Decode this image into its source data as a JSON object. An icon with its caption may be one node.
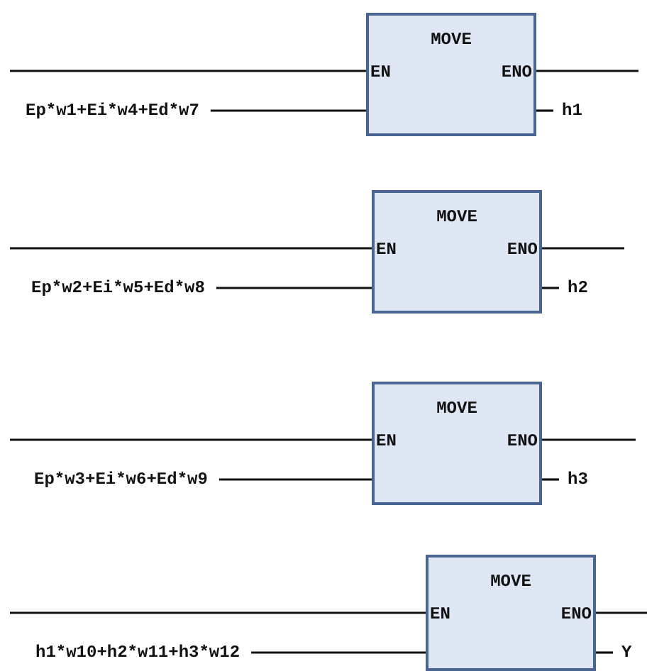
{
  "diagram": {
    "nodes": [
      {
        "text": [
          "MOVE",
          "EN",
          "ENO"
        ]
      },
      {
        "text": [
          "Ep*w1+Ei*w4+Ed*w7"
        ]
      },
      {
        "text": [
          "h1"
        ]
      },
      {
        "text": [
          "MOVE",
          "EN",
          "ENO"
        ]
      },
      {
        "text": [
          "Ep*w2+Ei*w5+Ed*w8"
        ]
      },
      {
        "text": [
          "h2"
        ]
      },
      {
        "text": [
          "MOVE",
          "EN",
          "ENO"
        ]
      },
      {
        "text": [
          "Ep*w3+Ei*w6+Ed*w9"
        ]
      },
      {
        "text": [
          "h3"
        ]
      },
      {
        "text": [
          "MOVE",
          "EN",
          "ENO"
        ]
      },
      {
        "text": [
          "h1*w10+h2*w11+h3*w12"
        ]
      },
      {
        "text": [
          "Y"
        ]
      }
    ],
    "edges": [
      {
        "from": null,
        "to": 0,
        "arrow": "none"
      },
      {
        "from": 0,
        "to": null,
        "arrow": "none"
      },
      {
        "from": 1,
        "to": 0,
        "arrow": "none"
      },
      {
        "from": 0,
        "to": 2,
        "arrow": "none"
      },
      {
        "from": null,
        "to": 3,
        "arrow": "none"
      },
      {
        "from": 3,
        "to": null,
        "arrow": "none"
      },
      {
        "from": 4,
        "to": 3,
        "arrow": "none"
      },
      {
        "from": 3,
        "to": 5,
        "arrow": "none"
      },
      {
        "from": null,
        "to": 6,
        "arrow": "none"
      },
      {
        "from": 6,
        "to": null,
        "arrow": "none"
      },
      {
        "from": 7,
        "to": 6,
        "arrow": "none"
      },
      {
        "from": 6,
        "to": 8,
        "arrow": "none"
      },
      {
        "from": null,
        "to": 9,
        "arrow": "none"
      },
      {
        "from": 9,
        "to": null,
        "arrow": "none"
      },
      {
        "from": 10,
        "to": 9,
        "arrow": "none"
      },
      {
        "from": 9,
        "to": 11,
        "arrow": "none"
      }
    ]
  }
}
